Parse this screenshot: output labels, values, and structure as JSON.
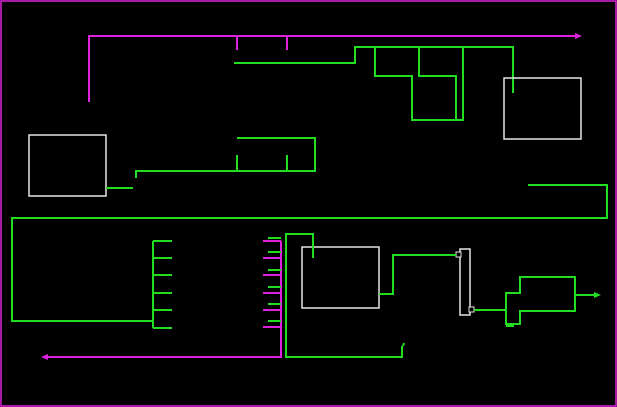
{
  "diagram": {
    "background": "#000000",
    "colors": {
      "wire_green": "#22dd22",
      "wire_magenta": "#dd22dd",
      "block_outline": "#e6e6e6",
      "frame": "#dd22dd"
    },
    "blocks": [
      "block-top-right",
      "block-left",
      "block-center",
      "block-narrow"
    ],
    "text_labels": []
  }
}
